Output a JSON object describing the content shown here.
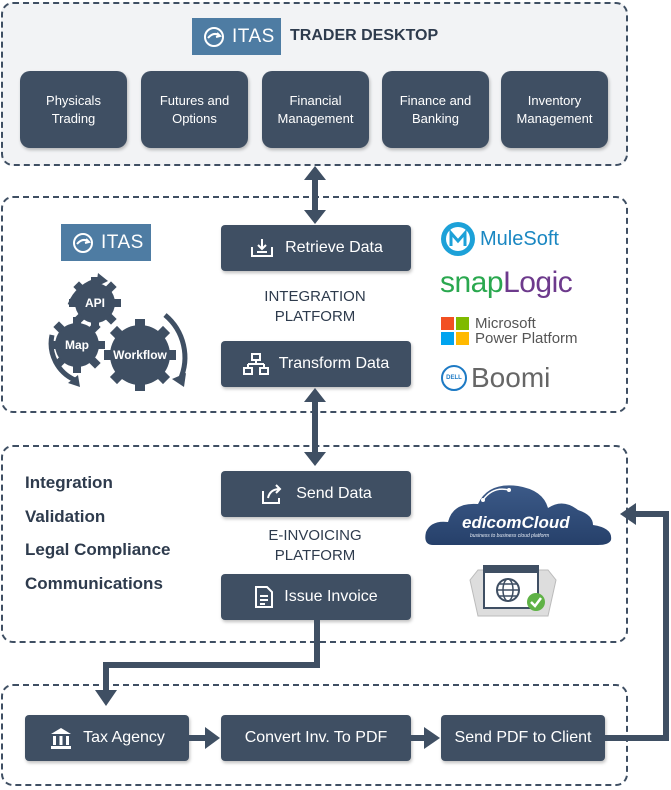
{
  "header": {
    "logo_text": "ITAS",
    "title": "TRADER DESKTOP"
  },
  "modules": [
    {
      "label": "Physicals Trading"
    },
    {
      "label": "Futures and Options"
    },
    {
      "label": "Financial Management"
    },
    {
      "label": "Finance and Banking"
    },
    {
      "label": "Inventory Management"
    }
  ],
  "integration": {
    "logo_text": "ITAS",
    "gears": {
      "api": "API",
      "map": "Map",
      "workflow": "Workflow"
    },
    "retrieve": "Retrieve Data",
    "transform": "Transform Data",
    "caption": "INTEGRATION PLATFORM",
    "partners": {
      "mulesoft": "MuleSoft",
      "snaplogic_1": "snap",
      "snaplogic_2": "Logic",
      "microsoft_1": "Microsoft",
      "microsoft_2": "Power Platform",
      "dell": "DELL",
      "boomi": "Boomi"
    }
  },
  "einvoicing": {
    "features": [
      "Integration",
      "Validation",
      "Legal Compliance",
      "Communications"
    ],
    "send": "Send Data",
    "issue": "Issue Invoice",
    "caption": "E-INVOICING PLATFORM",
    "edicom": "edicomCloud",
    "edicom_tagline": "business to business cloud platform"
  },
  "bottom": {
    "tax": "Tax Agency",
    "convert": "Convert Inv. To PDF",
    "send_pdf": "Send PDF to Client"
  },
  "colors": {
    "box": "#3f4f63",
    "itas_blue": "#4e7ca3",
    "panel_gray": "#f2f3f5",
    "arrow": "#3f4f63"
  }
}
